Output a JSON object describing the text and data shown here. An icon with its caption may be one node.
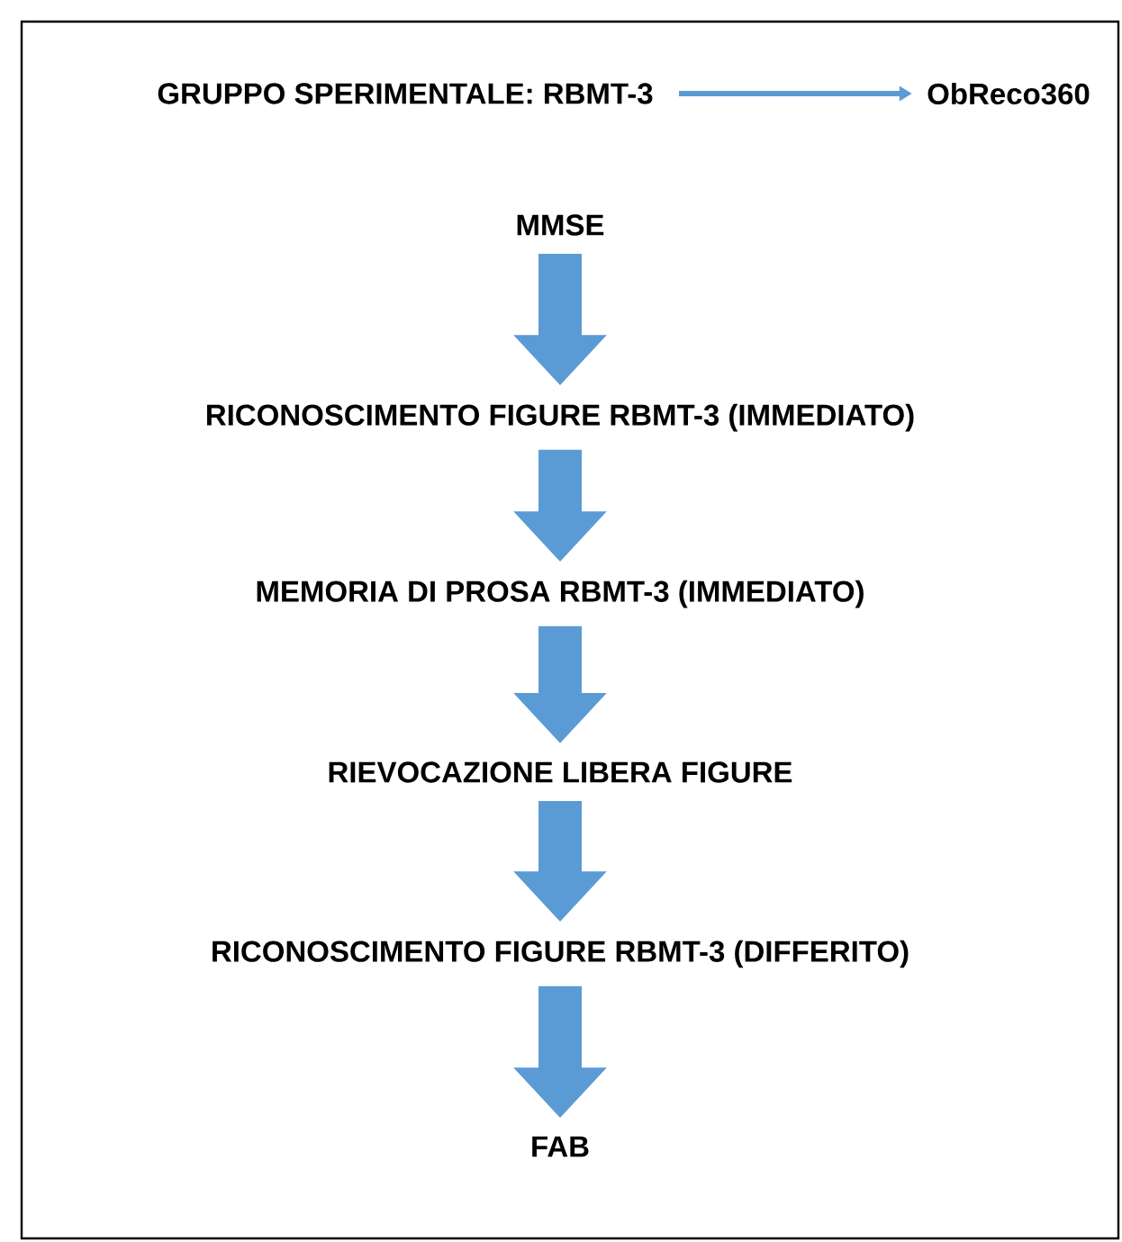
{
  "diagram": {
    "nodes": [
      {
        "text": [
          "GRUPPO SPERIMENTALE: RBMT-3"
        ]
      },
      {
        "text": [
          "ObReco360"
        ]
      },
      {
        "text": [
          "MMSE"
        ]
      },
      {
        "text": [
          "RICONOSCIMENTO FIGURE RBMT-3 (IMMEDIATO)"
        ]
      },
      {
        "text": [
          "MEMORIA DI PROSA RBMT-3 (IMMEDIATO)"
        ]
      },
      {
        "text": [
          "RIEVOCAZIONE LIBERA FIGURE"
        ]
      },
      {
        "text": [
          "RICONOSCIMENTO FIGURE RBMT-3 (DIFFERITO)"
        ]
      },
      {
        "text": [
          "FAB"
        ]
      }
    ],
    "edges": [
      {
        "from": 0,
        "to": 1,
        "arrow": "to"
      },
      {
        "from": 2,
        "to": 3,
        "arrow": "to"
      },
      {
        "from": 3,
        "to": 4,
        "arrow": "to"
      },
      {
        "from": 4,
        "to": 5,
        "arrow": "to"
      },
      {
        "from": 5,
        "to": 6,
        "arrow": "to"
      },
      {
        "from": 6,
        "to": 7,
        "arrow": "to"
      }
    ]
  }
}
